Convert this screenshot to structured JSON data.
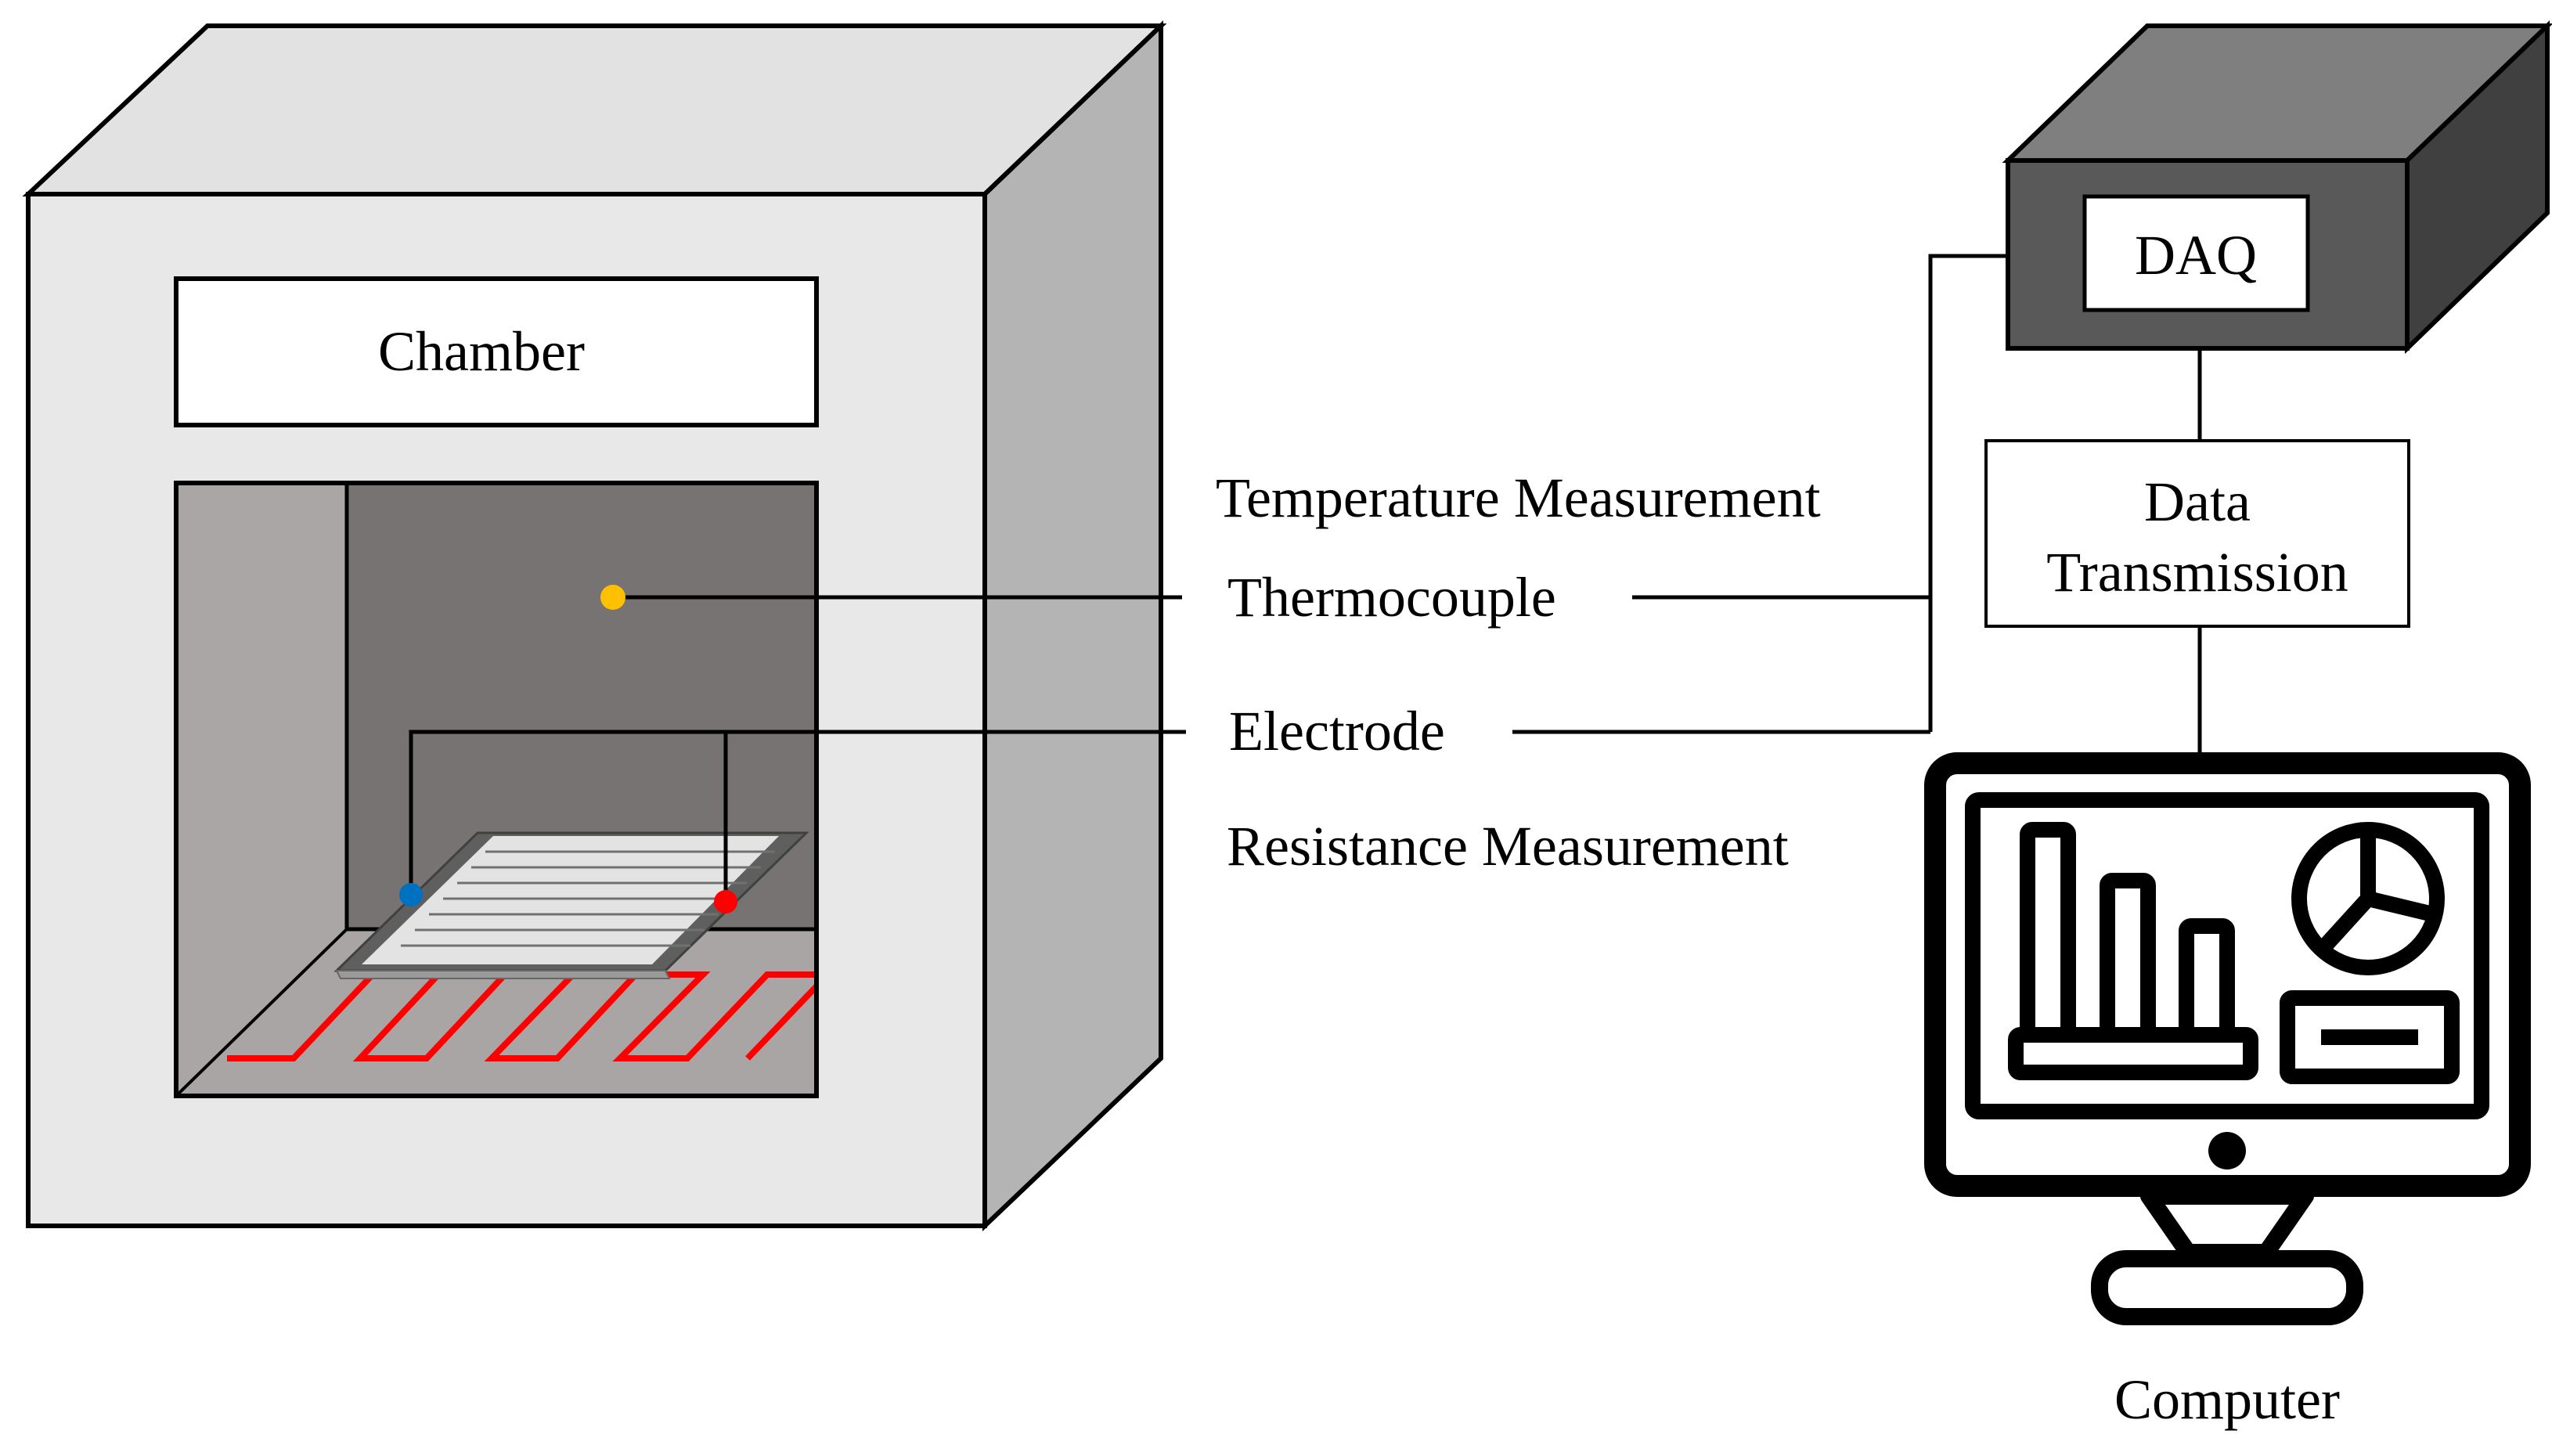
{
  "diagram": {
    "chamber": {
      "title": "Chamber",
      "colors": {
        "front": "#e8e8e8",
        "side": "#b4b4b4",
        "inner_back": "#777372",
        "inner_left": "#aaa6a5",
        "floor": "#a9a5a4"
      }
    },
    "heater": {
      "color": "#ff0000"
    },
    "thermocouple_dot": {
      "color": "#ffc000"
    },
    "electrode_dots": {
      "left_color": "#0070c0",
      "right_color": "#ff0000"
    },
    "labels": {
      "temperature_measurement": "Temperature Measurement",
      "thermocouple": "Thermocouple",
      "electrode": "Electrode",
      "resistance_measurement": "Resistance Measurement"
    },
    "daq": {
      "label": "DAQ",
      "colors": {
        "front": "#595959",
        "top": "#7f7f7f",
        "side": "#404040"
      }
    },
    "data_transmission": {
      "line1": "Data",
      "line2": "Transmission"
    },
    "computer": {
      "label": "Computer",
      "icons": [
        "monitor-icon",
        "bar-chart-icon",
        "pie-chart-icon"
      ]
    }
  }
}
